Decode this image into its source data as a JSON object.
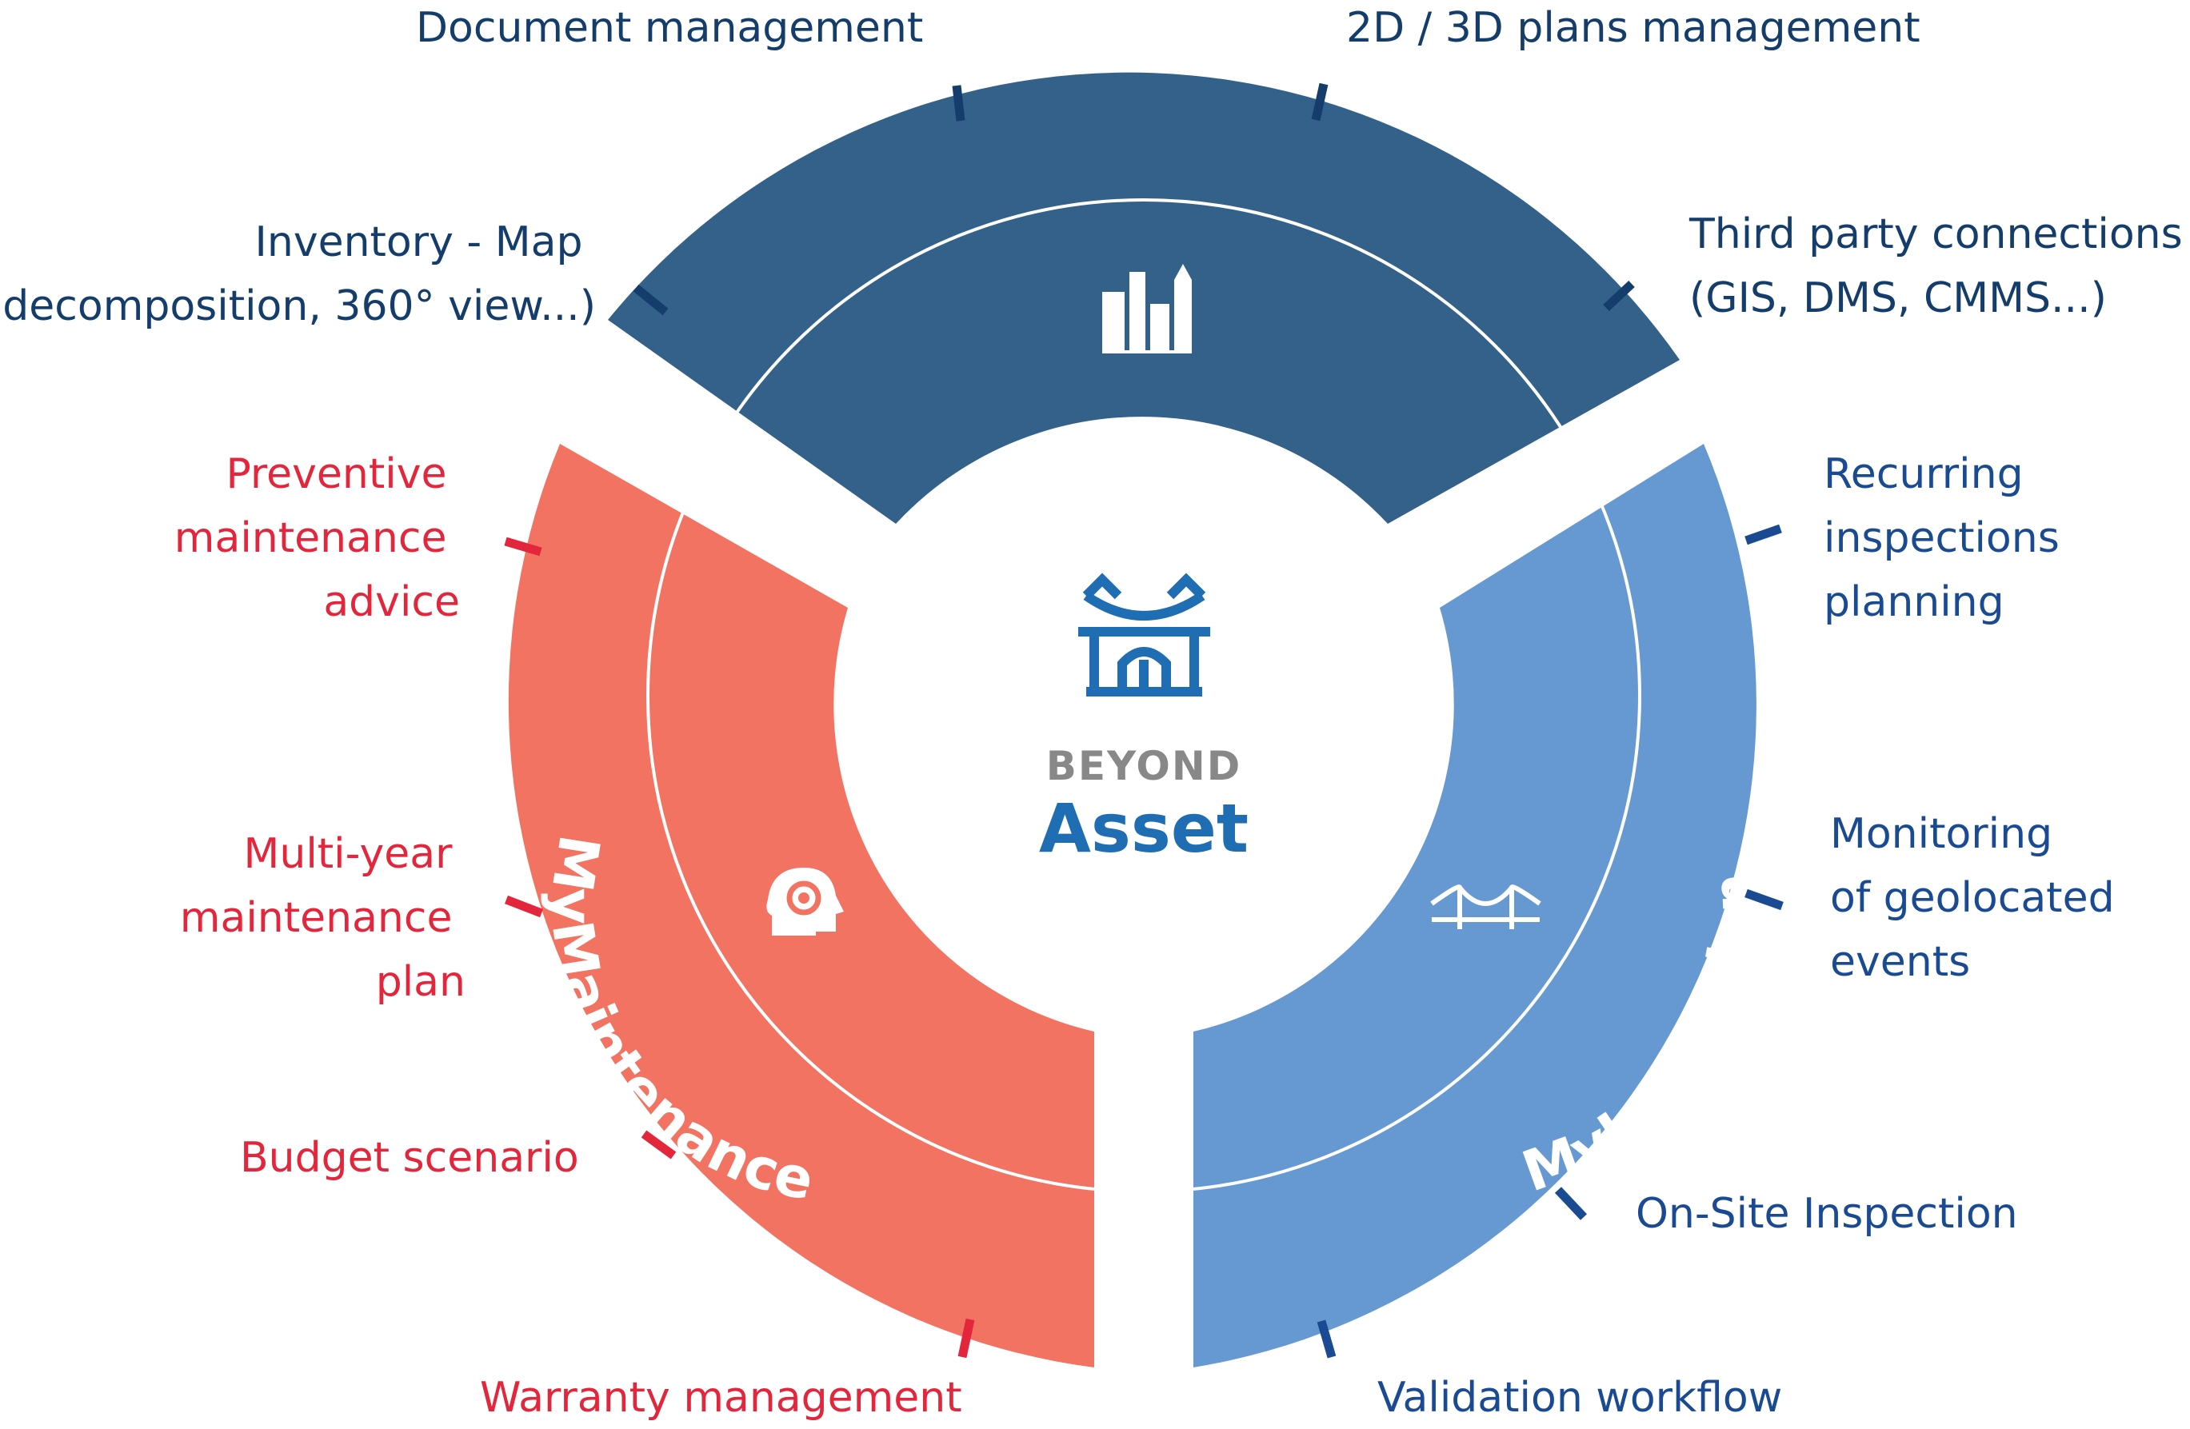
{
  "colors": {
    "asset": "#336189",
    "maintenance": "#f27361",
    "inspection": "#6699d1",
    "asset_text": "#143d6b",
    "maintenance_text": "#e3263b",
    "inspection_text": "#1a4a91",
    "logo_blue": "#1f6db3",
    "logo_grey": "#888888"
  },
  "center": {
    "logo_icon": "bridge-icon",
    "brand_top": "BEYOND",
    "brand_bottom": "Asset"
  },
  "segments": {
    "asset": {
      "title": "MyAsset",
      "icon": "city-buildings-icon",
      "features": {
        "document": "Document management",
        "plans": "2D / 3D plans management",
        "inventory": [
          "Inventory - Map",
          "(decomposition, 360° view...)"
        ],
        "third_party": [
          "Third party connections",
          "(GIS, DMS, CMMS...)"
        ]
      }
    },
    "maintenance": {
      "title": "MyMaintenance",
      "icon": "head-gear-icon",
      "features": {
        "preventive": [
          "Preventive",
          "maintenance",
          "advice"
        ],
        "multiyear": [
          "Multi-year",
          "maintenance",
          "plan"
        ],
        "budget": "Budget scenario",
        "warranty": "Warranty management"
      }
    },
    "inspection": {
      "title": "MyInspection",
      "icon": "bridge-small-icon",
      "features": {
        "recurring": [
          "Recurring",
          "inspections",
          "planning"
        ],
        "monitoring": [
          "Monitoring",
          "of geolocated",
          "events"
        ],
        "onsite": "On-Site Inspection",
        "validation": "Validation workflow"
      }
    }
  }
}
